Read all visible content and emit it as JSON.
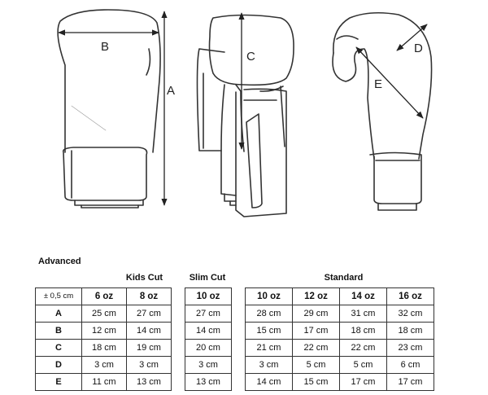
{
  "diagram_labels": {
    "a": "A",
    "b": "B",
    "c": "C",
    "d": "D",
    "e": "E"
  },
  "table_title": "Advanced",
  "groups": {
    "kids": "Kids Cut",
    "slim": "Slim Cut",
    "standard": "Standard"
  },
  "kids": {
    "corner": "± 0,5 cm",
    "headers": [
      "6 oz",
      "8 oz"
    ],
    "rows": [
      {
        "label": "A",
        "values": [
          "25 cm",
          "27 cm"
        ]
      },
      {
        "label": "B",
        "values": [
          "12 cm",
          "14 cm"
        ]
      },
      {
        "label": "C",
        "values": [
          "18 cm",
          "19 cm"
        ]
      },
      {
        "label": "D",
        "values": [
          "3 cm",
          "3 cm"
        ]
      },
      {
        "label": "E",
        "values": [
          "11 cm",
          "13 cm"
        ]
      }
    ]
  },
  "slim": {
    "headers": [
      "10 oz"
    ],
    "rows": [
      [
        "27 cm"
      ],
      [
        "14 cm"
      ],
      [
        "20 cm"
      ],
      [
        "3 cm"
      ],
      [
        "13 cm"
      ]
    ]
  },
  "standard": {
    "headers": [
      "10 oz",
      "12 oz",
      "14 oz",
      "16 oz"
    ],
    "rows": [
      [
        "28 cm",
        "29 cm",
        "31 cm",
        "32 cm"
      ],
      [
        "15 cm",
        "17 cm",
        "18 cm",
        "18 cm"
      ],
      [
        "21 cm",
        "22 cm",
        "22 cm",
        "23 cm"
      ],
      [
        "3 cm",
        "5 cm",
        "5 cm",
        "6 cm"
      ],
      [
        "14 cm",
        "15 cm",
        "17 cm",
        "17 cm"
      ]
    ]
  }
}
